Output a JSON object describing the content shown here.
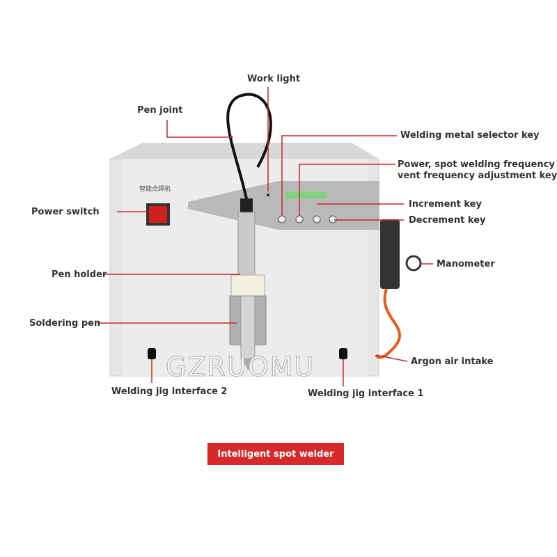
{
  "machine": {
    "panel_text": "智能点焊机",
    "watermark": "GZRUOMU"
  },
  "labels": {
    "work_light": "Work light",
    "pen_joint": "Pen joint",
    "selector_key": "Welding metal selector key",
    "adjust_key_1": "Power, spot welding frequency",
    "adjust_key_2": "vent frequency adjustment key",
    "increment_key": "Increment key",
    "decrement_key": "Decrement key",
    "manometer": "Manometer",
    "argon": "Argon air intake",
    "power_switch": "Power switch",
    "pen_holder": "Pen holder",
    "soldering_pen": "Soldering pen",
    "jig2": "Welding jig interface 2",
    "jig1": "Welding jig interface 1"
  },
  "caption": "Intelligent spot welder",
  "colors": {
    "leader": "#c8282a",
    "badge": "#d62a2a"
  }
}
